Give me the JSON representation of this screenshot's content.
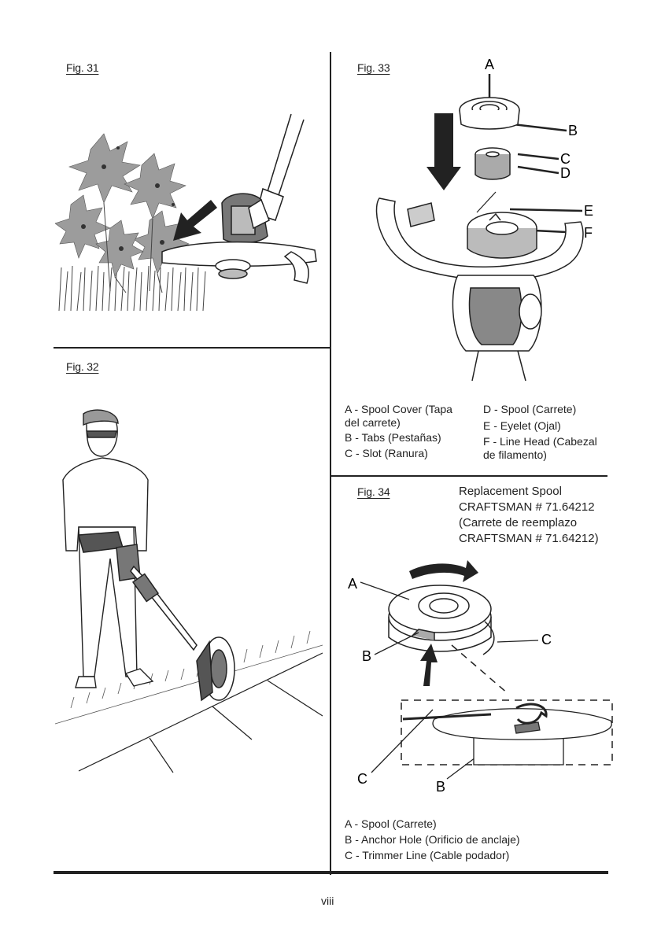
{
  "figures": {
    "fig31": {
      "label": "Fig. 31"
    },
    "fig32": {
      "label": "Fig. 32"
    },
    "fig33": {
      "label": "Fig. 33",
      "callouts": {
        "a": "A",
        "b": "B",
        "c": "C",
        "d": "D",
        "e": "E",
        "f": "F"
      },
      "legend_left": [
        "A - Spool Cover (Tapa",
        "del carrete)",
        "B - Tabs (Pestañas)",
        "C - Slot (Ranura)"
      ],
      "legend_right": [
        "D - Spool (Carrete)",
        "E - Eyelet (Ojal)",
        "F - Line Head (Cabezal",
        "de filamento)"
      ]
    },
    "fig34": {
      "label": "Fig. 34",
      "replacement": [
        "Replacement Spool",
        "CRAFTSMAN # 71.64212",
        "(Carrete de reemplazo",
        "CRAFTSMAN # 71.64212)"
      ],
      "callouts": {
        "a": "A",
        "b1": "B",
        "c1": "C",
        "c2": "C",
        "b2": "B"
      },
      "legend": [
        "A - Spool (Carrete)",
        "B - Anchor Hole (Orificio de anclaje)",
        "C - Trimmer Line (Cable podador)"
      ]
    }
  },
  "page_number": "viii"
}
